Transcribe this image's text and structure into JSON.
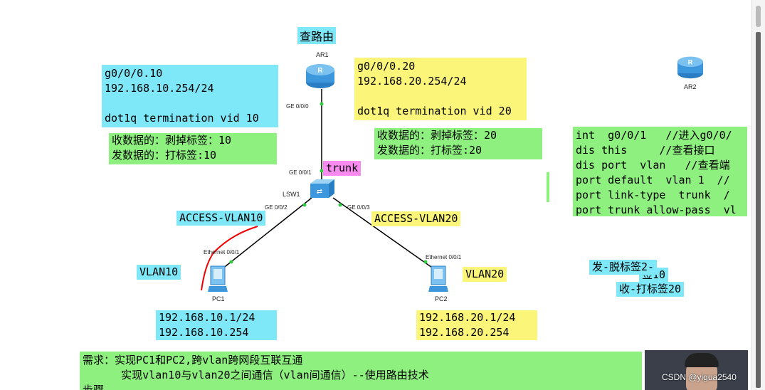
{
  "title_label": "查路由",
  "devices": {
    "ar1": "AR1",
    "ar2": "AR2",
    "lsw1": "LSW1",
    "pc1": "PC1",
    "pc2": "PC2"
  },
  "ports": {
    "ar1_ge000": "GE 0/0/0",
    "lsw_ge001": "GE 0/0/1",
    "lsw_ge002": "GE 0/0/2",
    "lsw_ge003": "GE 0/0/3",
    "pc1_eth": "Ethernet 0/0/1",
    "pc2_eth": "Ethernet 0/0/1"
  },
  "sub10": {
    "line1": "g0/0/0.10",
    "line2": "192.168.10.254/24",
    "line3": "",
    "line4": "dot1q termination vid 10"
  },
  "sub20": {
    "line1": "g0/0/0.20",
    "line2": "192.168.20.254/24",
    "line3": "",
    "line4": "dot1q termination vid 20"
  },
  "tag10": {
    "line1": "收数据的：剥掉标签：10",
    "line2": "发数据的：打标签:10"
  },
  "tag20": {
    "line1": "收数据的：剥掉标签：20",
    "line2": "发数据的：打标签:20"
  },
  "trunk_label": "trunk",
  "access10_label": "ACCESS-VLAN10",
  "access20_label": "ACCESS-VLAN20",
  "vlan10_label": "VLAN10",
  "vlan20_label": "VLAN20",
  "pc1_ip": {
    "line1": "192.168.10.1/24",
    "line2": "192.168.10.254"
  },
  "pc2_ip": {
    "line1": "192.168.20.1/24",
    "line2": "192.168.20.254"
  },
  "commands": {
    "line1": "int  g0/0/1   //进入g0/0/",
    "line2": "dis this     //查看接口",
    "line3": "dis port  vlan   //查看端",
    "line4": "port default  vlan 1  //",
    "line5": "port link-type  trunk  /",
    "line6": "port trunk allow-pass  vl"
  },
  "send_label": "发-脱标签2-",
  "send_hidden": "签10",
  "recv_label": "收-打标签20",
  "requirement": {
    "line1": "需求：实现PC1和PC2,跨vlan跨网段互联互通",
    "line2": "      实现vlan10与vlan20之间通信（vlan间通信）--使用路由技术",
    "line3": "步骤"
  },
  "watermark": "CSDN @yigua2540"
}
